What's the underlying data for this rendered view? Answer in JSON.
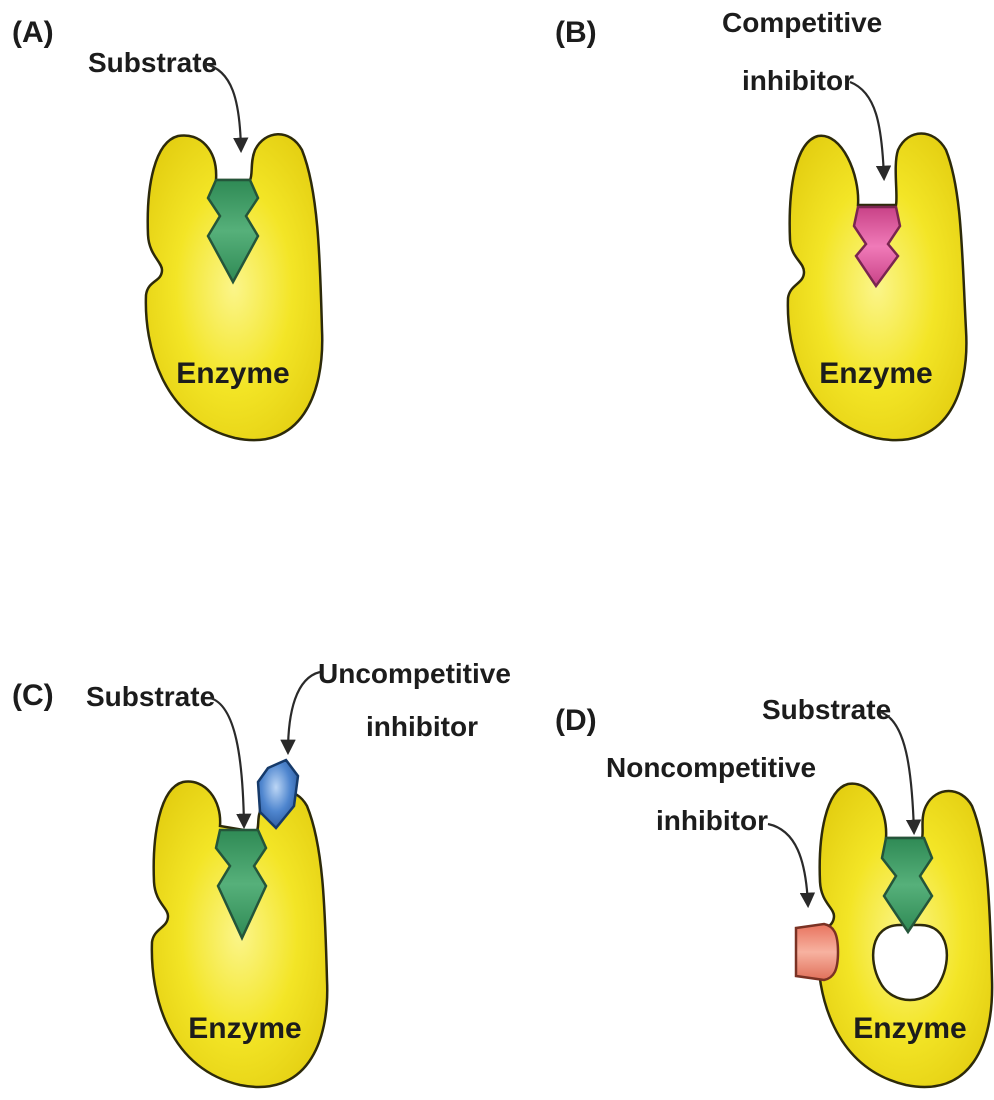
{
  "panels": {
    "a": {
      "tag": "(A)",
      "substrate": "Substrate",
      "enzyme": "Enzyme"
    },
    "b": {
      "tag": "(B)",
      "inhibitor_line1": "Competitive",
      "inhibitor_line2": "inhibitor",
      "enzyme": "Enzyme"
    },
    "c": {
      "tag": "(C)",
      "substrate": "Substrate",
      "inhibitor_line1": "Uncompetitive",
      "inhibitor_line2": "inhibitor",
      "enzyme": "Enzyme"
    },
    "d": {
      "tag": "(D)",
      "substrate": "Substrate",
      "inhibitor_line1": "Noncompetitive",
      "inhibitor_line2": "inhibitor",
      "enzyme": "Enzyme"
    }
  },
  "colors": {
    "enzyme_fill": "#f2e21f",
    "enzyme_highlight": "#fbf58a",
    "substrate": "#3f9a63",
    "competitive_inhibitor": "#dc5a9c",
    "uncompetitive_inhibitor": "#3f78c4",
    "noncompetitive_inhibitor": "#ee8a74"
  }
}
